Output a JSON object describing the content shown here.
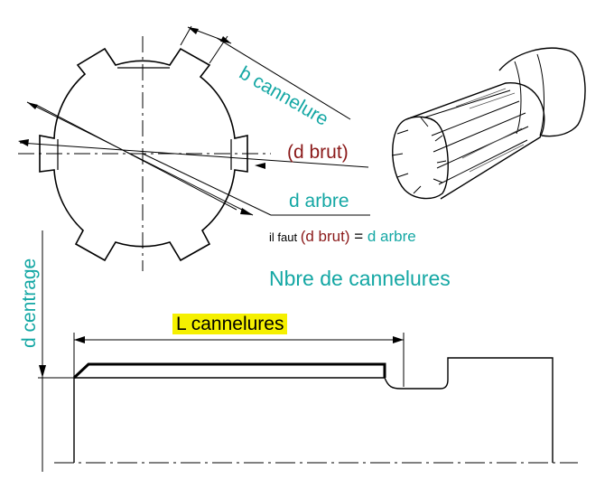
{
  "labels": {
    "b_cannelure": "b cannelure",
    "d_brut": "(d brut)",
    "d_arbre": "d arbre",
    "il_faut_prefix": "il faut ",
    "il_faut_brut": "(d brut)",
    "il_faut_eq": " = ",
    "il_faut_arbre": "d arbre",
    "nbre": "Nbre de cannelures",
    "l_cannelures": "L cannelures",
    "d_centrage": "d centrage"
  },
  "colors": {
    "teal": "#14a7a4",
    "brown": "#8b1a1a",
    "highlight": "#f5f000",
    "line": "#000000"
  }
}
